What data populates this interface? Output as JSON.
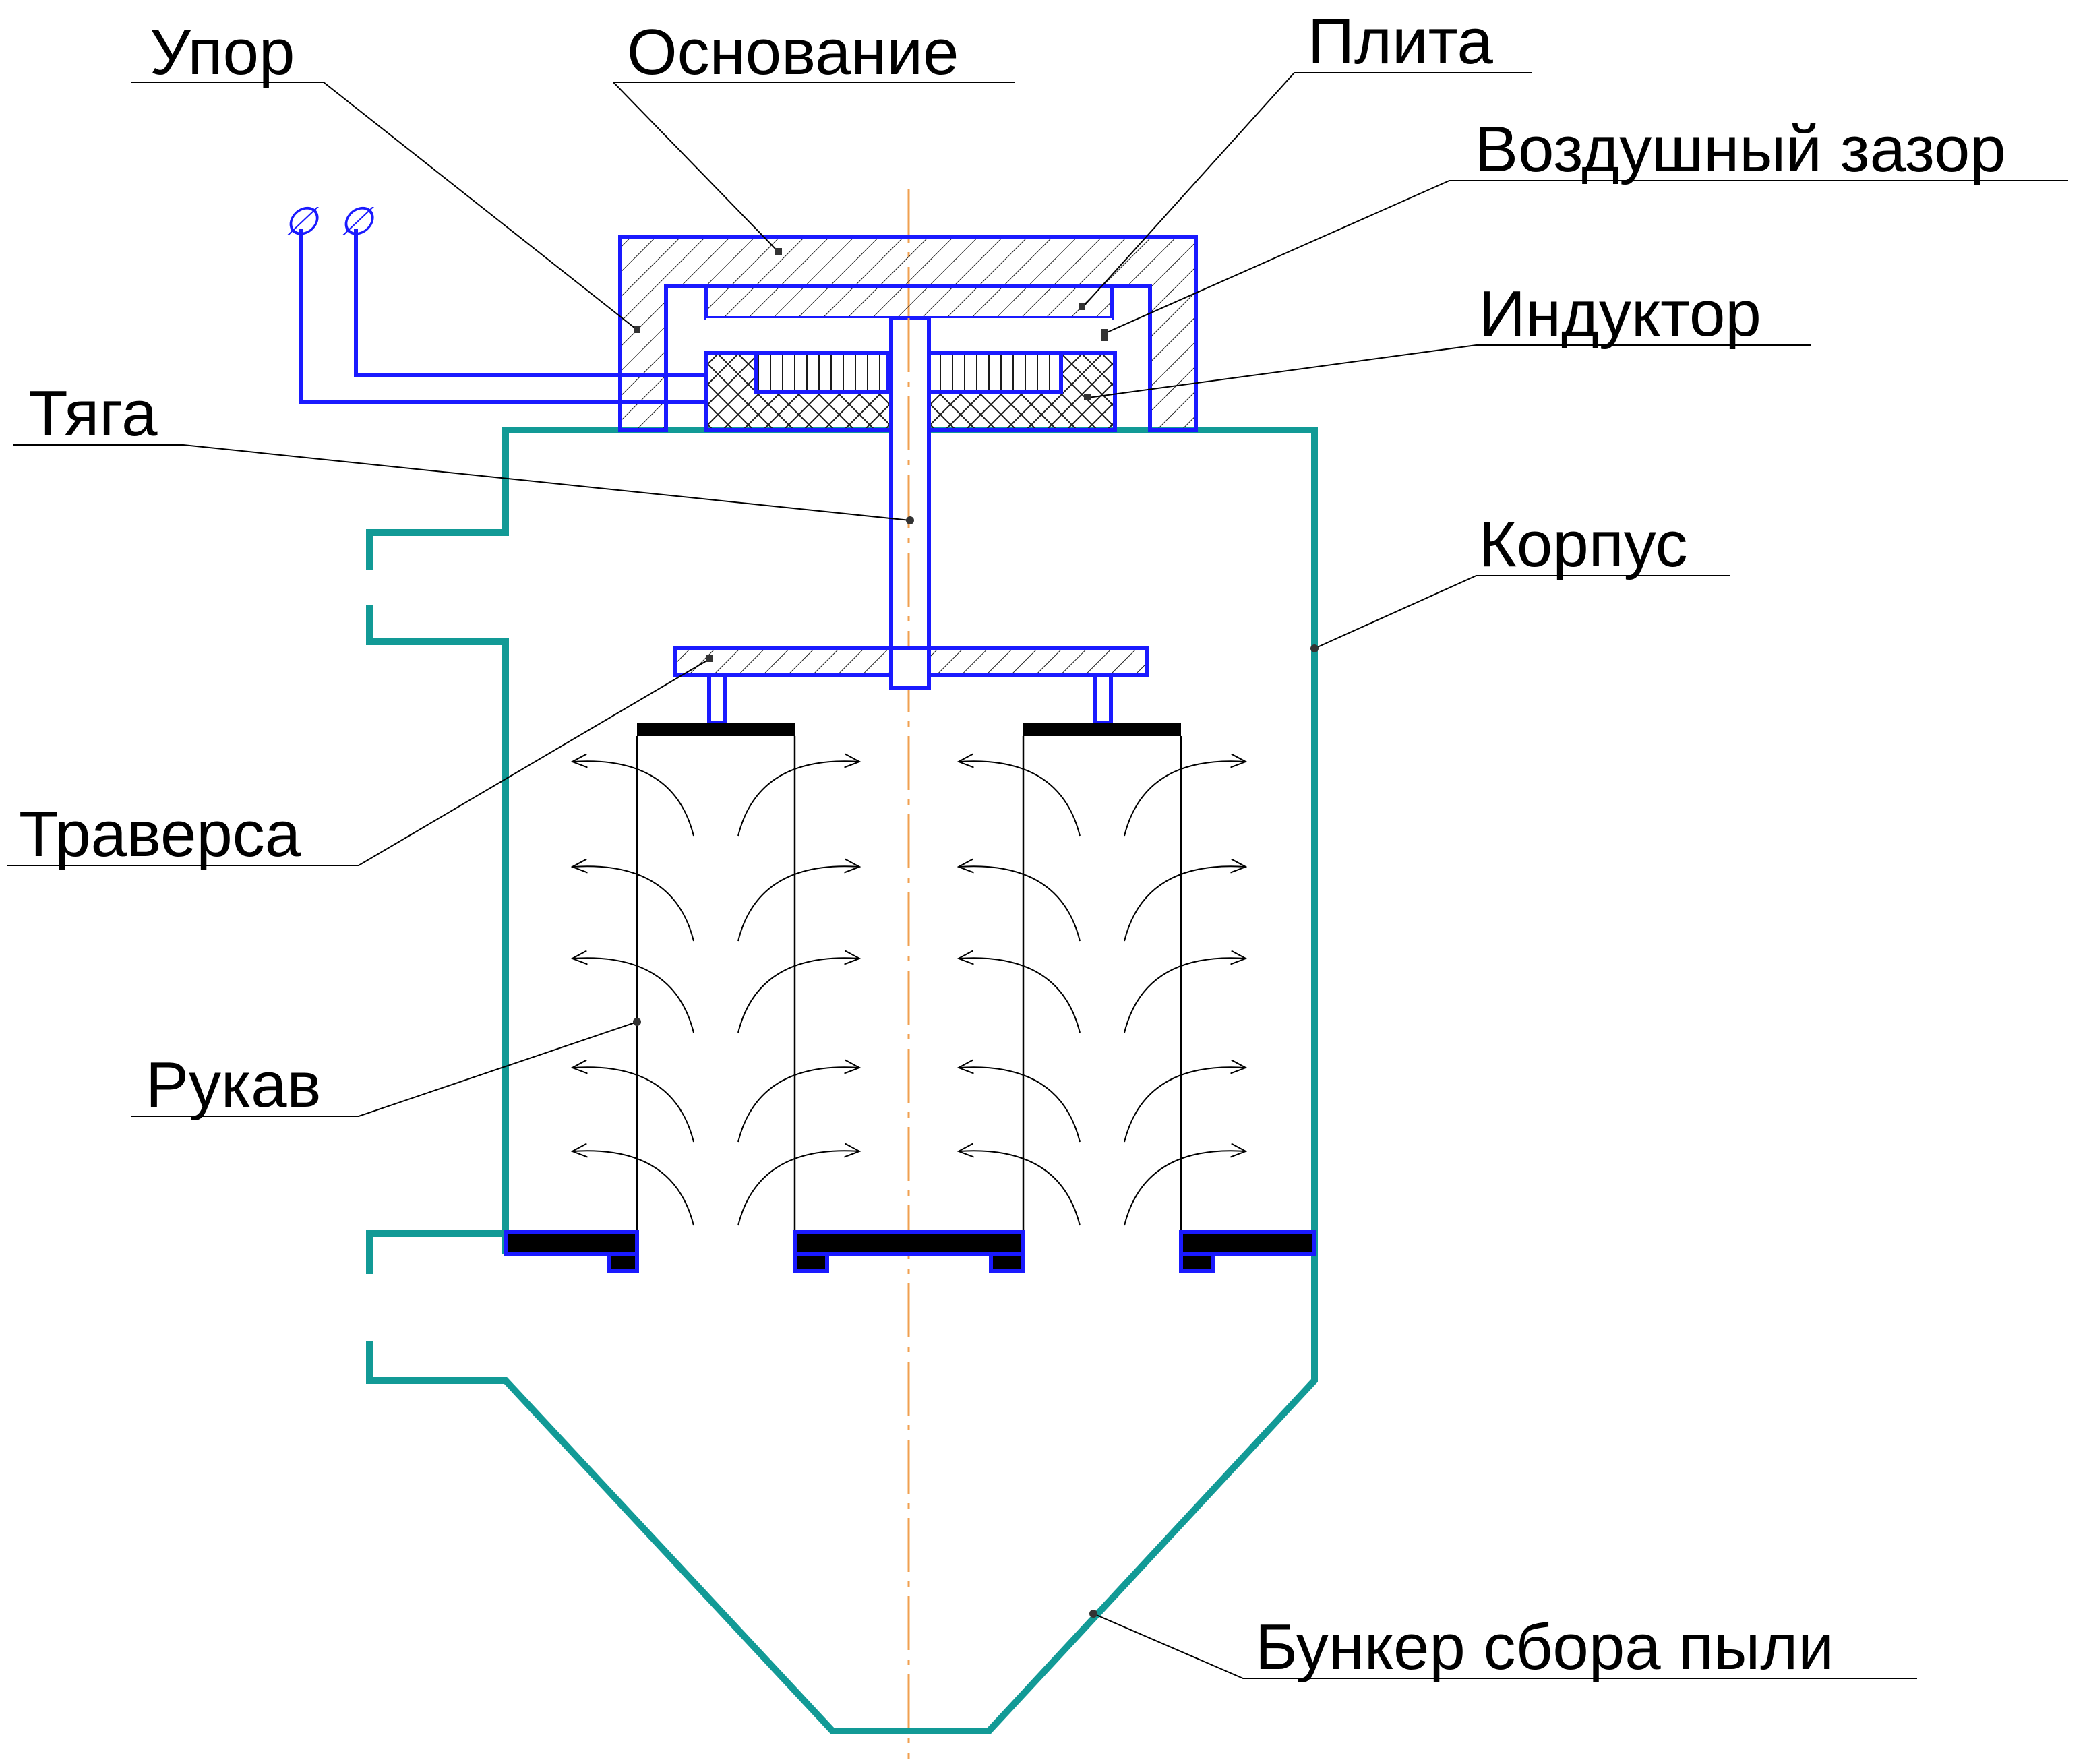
{
  "labels": {
    "upor": "Упор",
    "osnovanie": "Основание",
    "plita": "Плита",
    "vozdushny_zazor": "Воздушный зазор",
    "induktor": "Индуктор",
    "tyaga": "Тяга",
    "korpus": "Корпус",
    "traversa": "Траверса",
    "rukav": "Рукав",
    "bunker": "Бункер сбора пыли"
  },
  "terminal_symbols": [
    "∅",
    "∅"
  ],
  "colors": {
    "mechanism": "#1a1aff",
    "housing": "#129a96",
    "axis": "#f0a050",
    "black": "#000000"
  }
}
